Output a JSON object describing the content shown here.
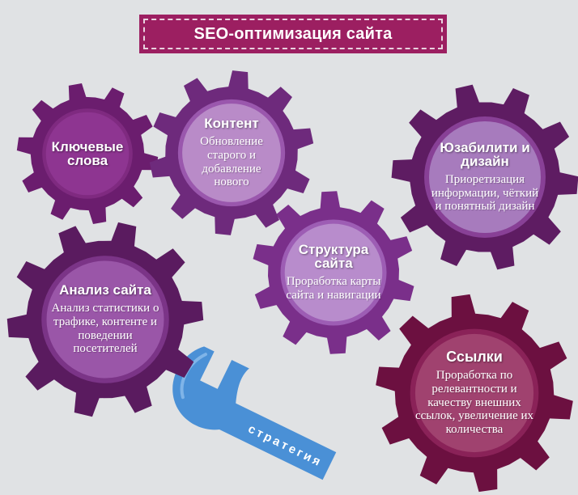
{
  "title": "SEO-оптимизация сайта",
  "colors": {
    "background": "#e0e2e4",
    "banner": "#9c1f61",
    "gear_dark": "#6b1d6e",
    "gear_mid": "#7f2a80",
    "gear_light": "#b98bc8",
    "gear_crimson": "#7e1647",
    "wrench": "#4a90d6"
  },
  "gears": {
    "keywords": {
      "title": "Ключевые слова",
      "description": ""
    },
    "content": {
      "title": "Контент",
      "description": "Обновление старого и добавление нового"
    },
    "usability": {
      "title": "Юзабилити и дизайн",
      "description": "Приоретизация информации, чёткий и понятный дизайн"
    },
    "structure": {
      "title": "Структура сайта",
      "description": "Проработка карты сайта и навигации"
    },
    "analysis": {
      "title": "Анализ сайта",
      "description": "Анализ статистики о трафике, контенте и поведении посетителей"
    },
    "links": {
      "title": "Ссылки",
      "description": "Проработка по релевантности и качеству внешних ссылок, увеличение их количества"
    }
  },
  "wrench": {
    "label": "стратегия",
    "icon": "wrench-icon"
  }
}
